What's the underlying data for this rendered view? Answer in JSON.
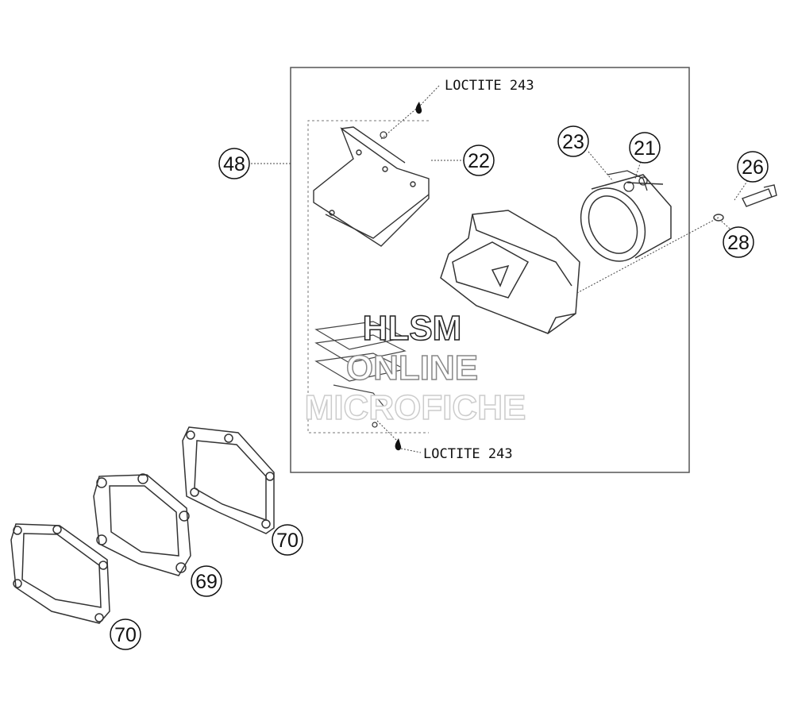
{
  "diagram": {
    "notes": {
      "loctite_top": "LOCTITE 243",
      "loctite_bottom": "LOCTITE 243"
    },
    "callouts": {
      "c48": "48",
      "c22": "22",
      "c23": "23",
      "c21": "21",
      "c26": "26",
      "c28": "28",
      "c70a": "70",
      "c69": "69",
      "c70b": "70"
    },
    "watermark": {
      "line1": "HLSM",
      "line2": "ONLINE",
      "line3": "MICROFICHE"
    }
  }
}
